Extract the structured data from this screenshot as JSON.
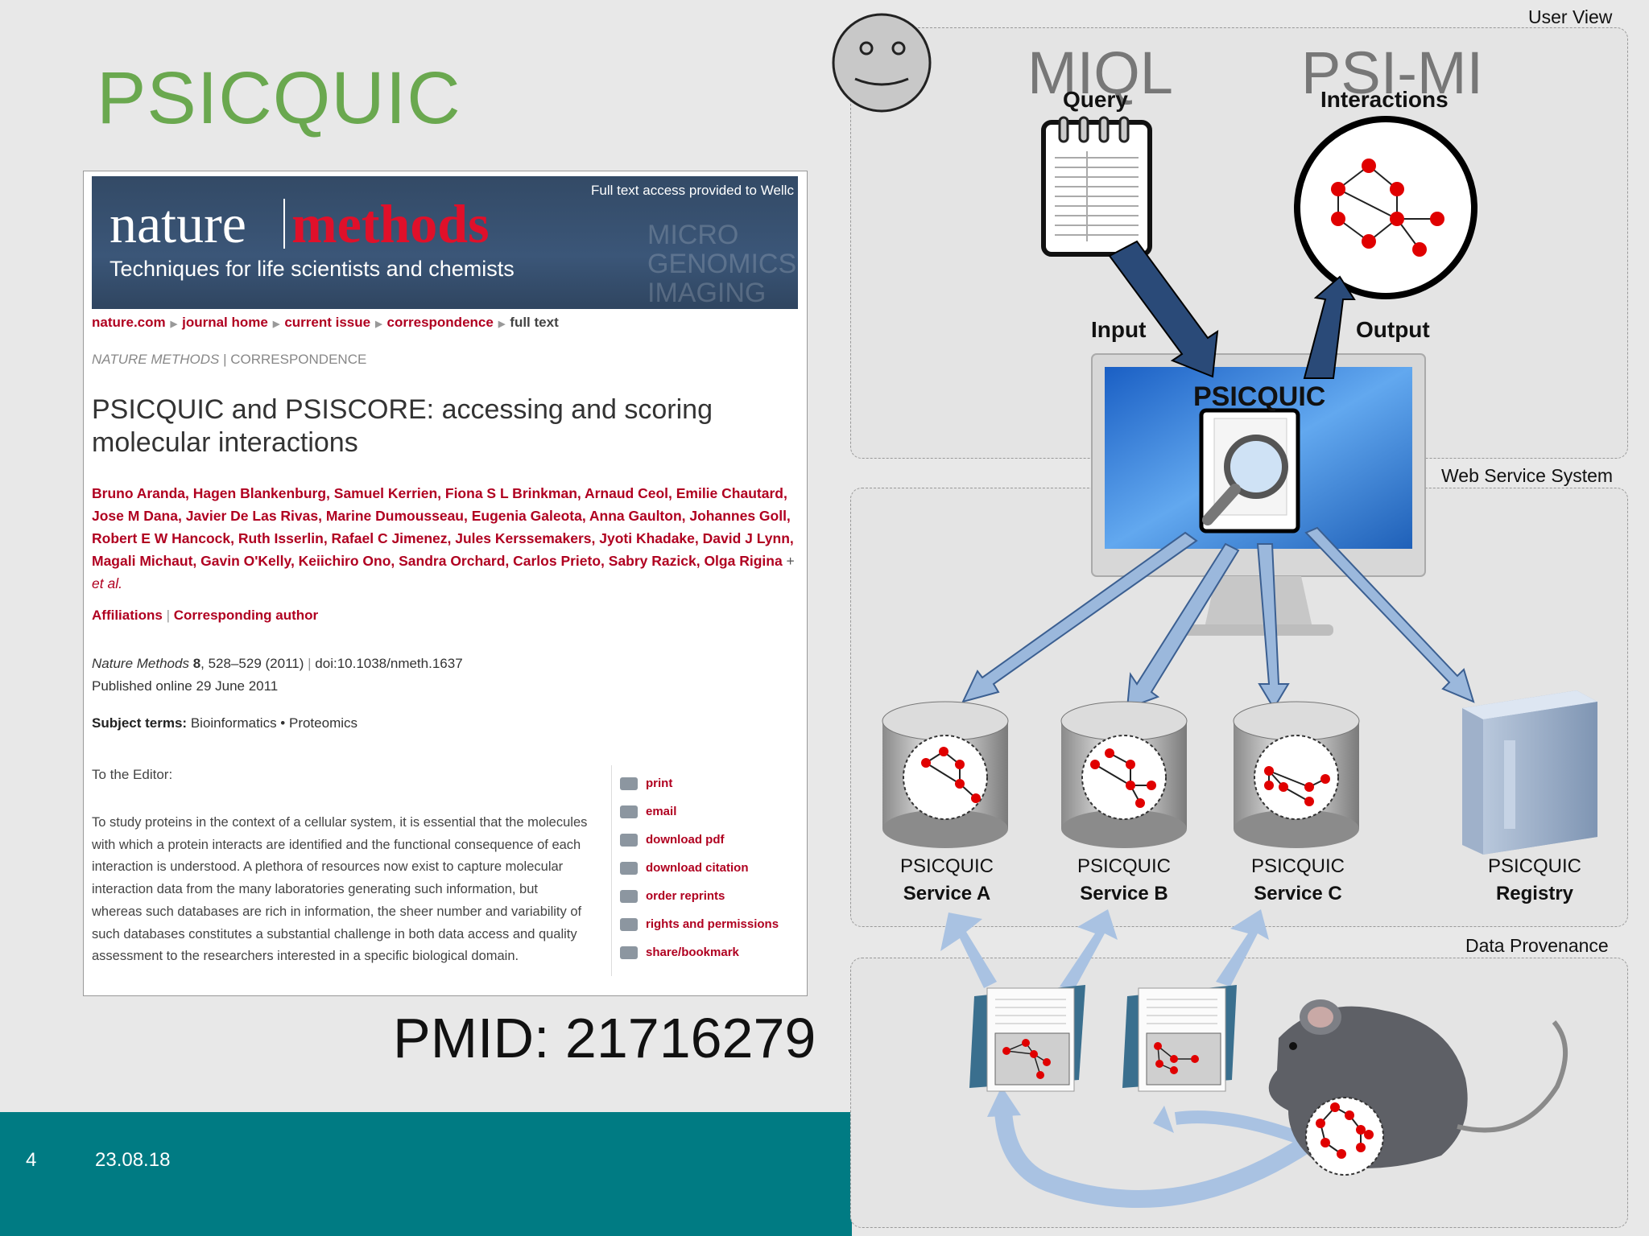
{
  "slide": {
    "title": "PSICQUIC",
    "page_number": "4",
    "date": "23.08.18",
    "pmid": "PMID: 21716279"
  },
  "article": {
    "banner_nature": "nature",
    "banner_methods": "methods",
    "tagline": "Techniques for life scientists and chemists",
    "access_text": "Full text access provided to Wellc",
    "ghost_text": [
      "MICRO",
      "GENOMICS",
      "IMAGING"
    ],
    "breadcrumbs": [
      "nature.com",
      "journal home",
      "current issue",
      "correspondence",
      "full text"
    ],
    "section_journal": "NATURE METHODS",
    "section_type": "CORRESPONDENCE",
    "title": "PSICQUIC and PSISCORE: accessing and scoring molecular interactions",
    "authors": "Bruno Aranda, Hagen Blankenburg, Samuel Kerrien, Fiona S L Brinkman, Arnaud Ceol, Emilie Chautard, Jose M Dana, Javier De Las Rivas, Marine Dumousseau, Eugenia Galeota, Anna Gaulton, Johannes Goll, Robert E W Hancock, Ruth Isserlin, Rafael C Jimenez, Jules Kerssemakers, Jyoti Khadake, David J Lynn, Magali Michaut, Gavin O'Kelly, Keiichiro Ono, Sandra Orchard, Carlos Prieto, Sabry Razick, Olga Rigina",
    "et_al": "et al.",
    "affiliations": "Affiliations",
    "corresponding": "Corresponding author",
    "journal_italic": "Nature Methods",
    "volume": "8",
    "pages": ", 528–529 (2011)",
    "doi": "doi:10.1038/nmeth.1637",
    "published": "Published online 29 June 2011",
    "subject_label": "Subject terms:",
    "subject_terms": "Bioinformatics • Proteomics",
    "to_editor": "To the Editor:",
    "body": "To study proteins in the context of a cellular system, it is essential that the molecules with which a protein interacts are identified and the functional consequence of each interaction is understood. A plethora of resources now exist to capture molecular interaction data from the many laboratories generating such information, but whereas such databases are rich in information, the sheer number and variability of such databases constitutes a substantial challenge in both data access and quality assessment to the researchers interested in a specific biological domain.",
    "side_links": [
      "print",
      "email",
      "download pdf",
      "download citation",
      "order reprints",
      "rights and permissions",
      "share/bookmark"
    ]
  },
  "diagram": {
    "user_view": "User View",
    "web_service_system": "Web Service System",
    "data_provenance": "Data Provenance",
    "miql": "MIQL",
    "query": "Query",
    "psimi": "PSI-MI",
    "interactions": "Interactions",
    "input": "Input",
    "output": "Output",
    "psicquic": "PSICQUIC",
    "services": [
      {
        "top": "PSICQUIC",
        "bottom": "Service A"
      },
      {
        "top": "PSICQUIC",
        "bottom": "Service B"
      },
      {
        "top": "PSICQUIC",
        "bottom": "Service C"
      },
      {
        "top": "PSICQUIC",
        "bottom": "Registry"
      }
    ],
    "colors": {
      "node": "#e00000",
      "arrow": "#9bb8dc",
      "arrow_dark": "#2a4a78",
      "title_green": "#6aa84f",
      "footer_teal": "#007b83"
    }
  }
}
